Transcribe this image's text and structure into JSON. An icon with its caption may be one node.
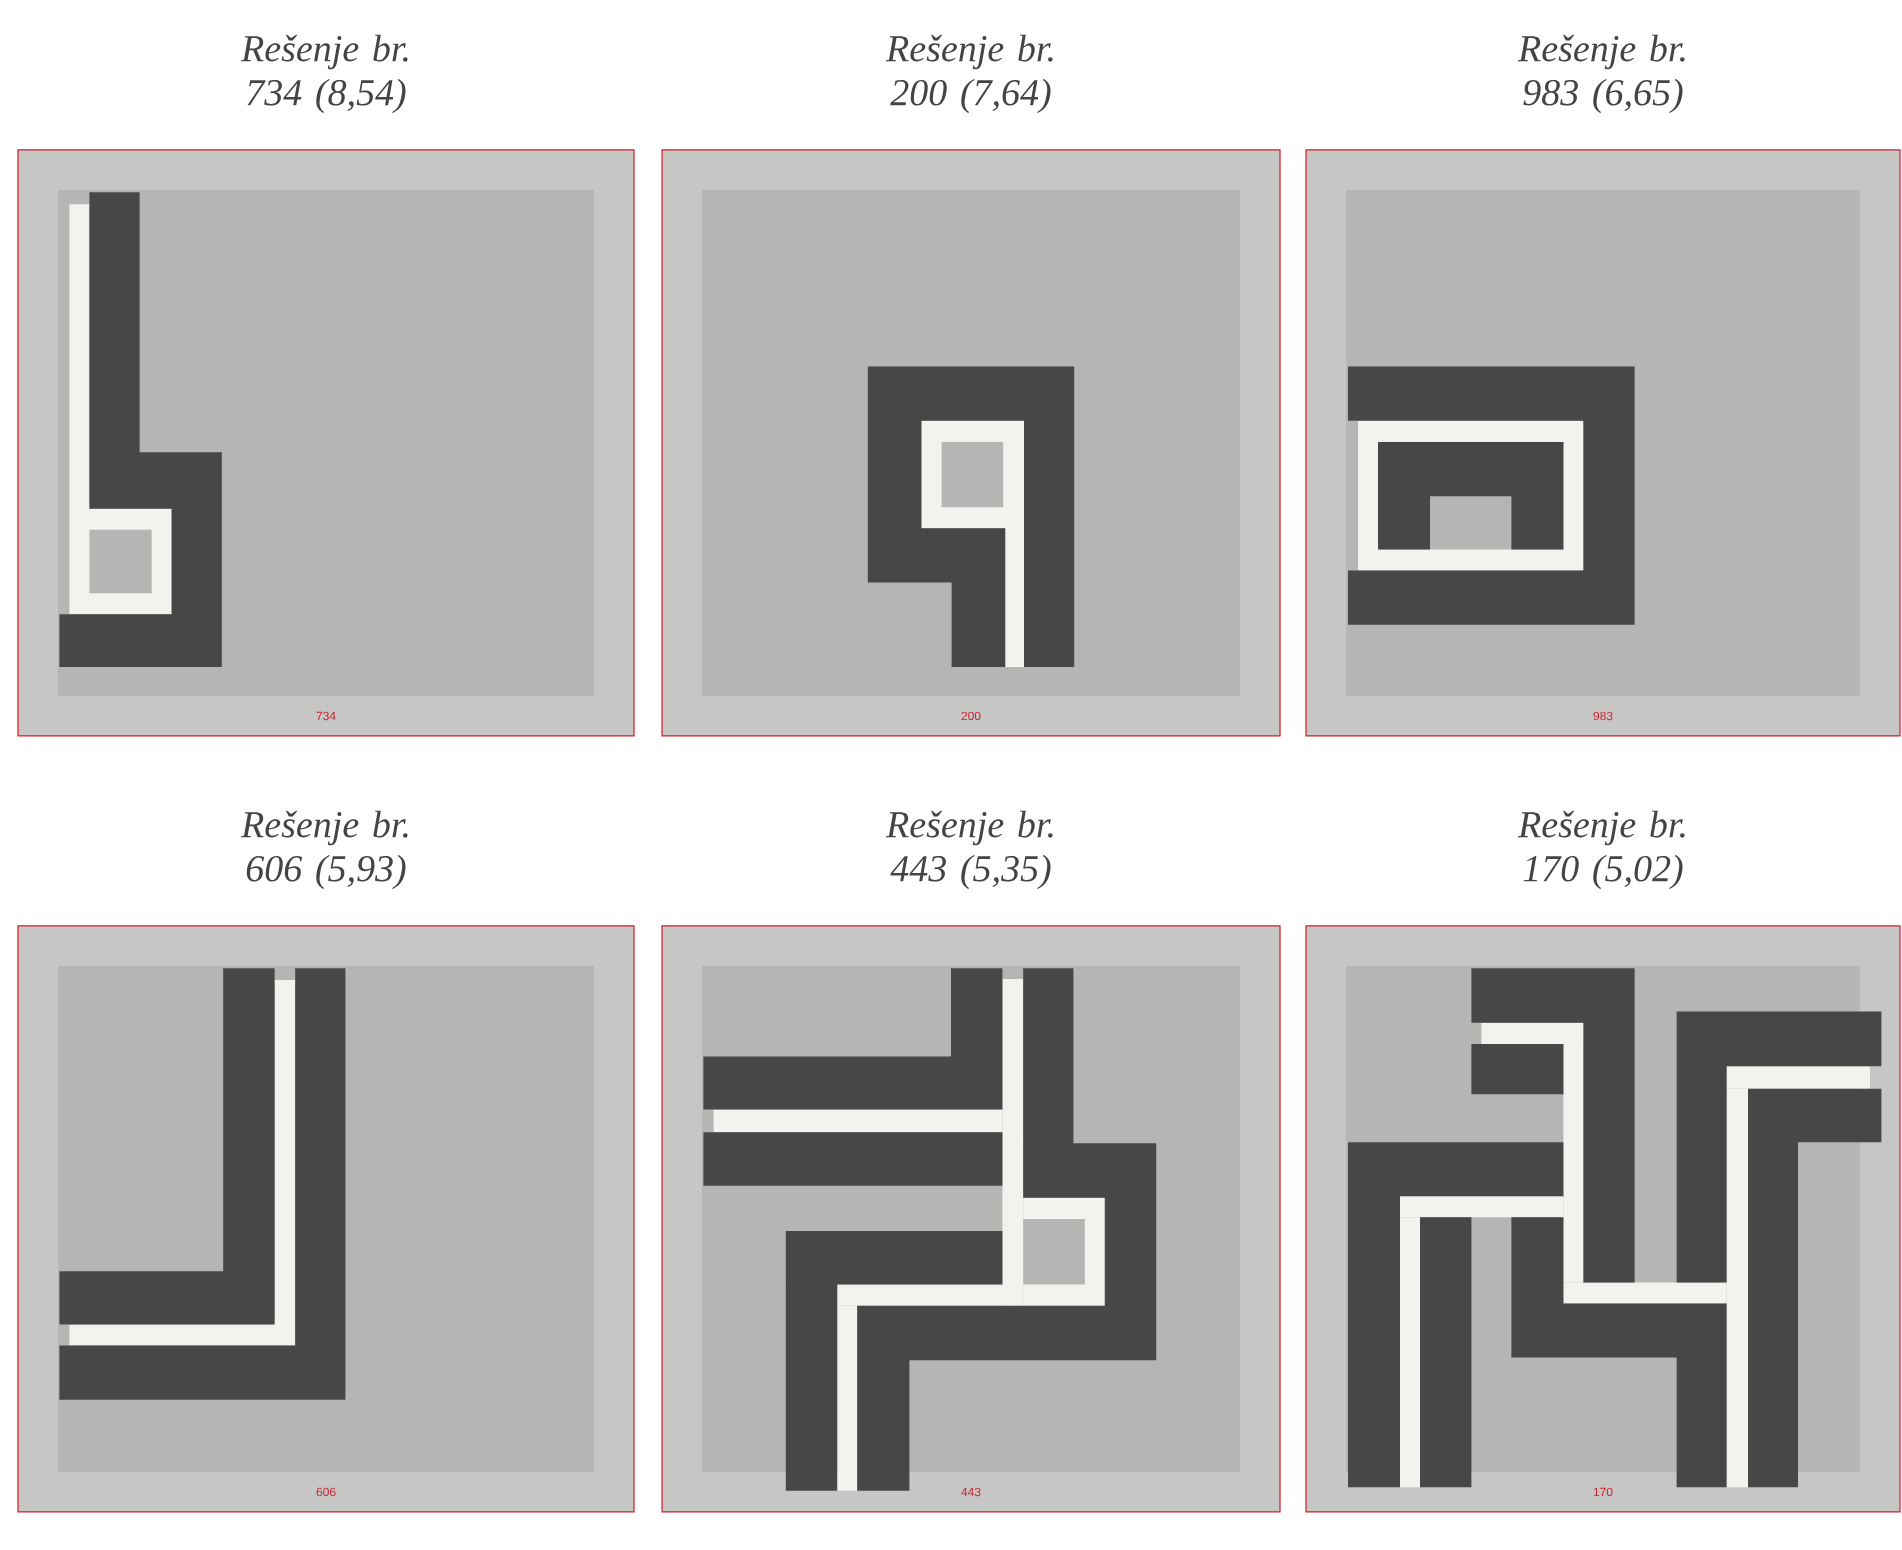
{
  "diagram": {
    "nodes": [
      {
        "text": [
          "Rešenje br. 734 (8,54)",
          "734"
        ]
      },
      {
        "text": [
          "Rešenje br. 200 (7,64)",
          "200"
        ]
      },
      {
        "text": [
          "Rešenje br. 983 (6,65)",
          "983"
        ]
      },
      {
        "text": [
          "Rešenje br. 606 (5,93)",
          "606"
        ]
      },
      {
        "text": [
          "Rešenje br. 443 (5,35)",
          "443"
        ]
      },
      {
        "text": [
          "Rešenje br. 170 (5,02)",
          "170"
        ]
      }
    ]
  }
}
